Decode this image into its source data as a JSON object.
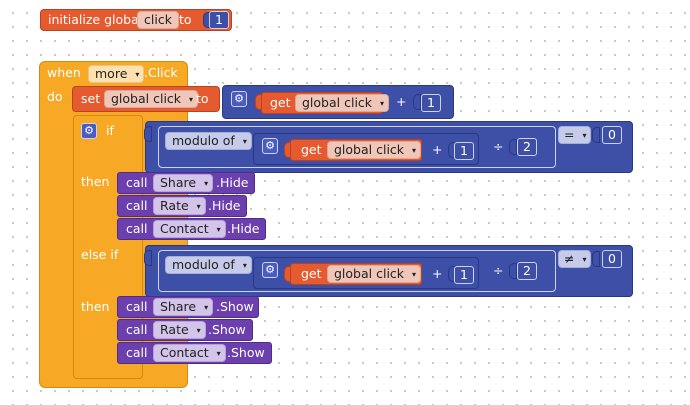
{
  "init_block": {
    "keyword": "initialize global",
    "var_name": "click",
    "to_label": "to",
    "value": "1"
  },
  "event_block": {
    "when_label": "when",
    "component": "more",
    "event": ".Click",
    "do_label": "do"
  },
  "set_block": {
    "set_label": "set",
    "var_dropdown": "global click",
    "to_label": "to",
    "get_label": "get",
    "get_var": "global click",
    "plus_op": "+",
    "add_value": "1"
  },
  "if_block": {
    "if_label": "if",
    "then_label": "then",
    "else_if_label": "else if"
  },
  "cond1": {
    "modulo_label": "modulo of",
    "get_label": "get",
    "get_var": "global click",
    "plus_op": "+",
    "add_value": "1",
    "div_op": "÷",
    "divisor": "2",
    "compare_op": "=",
    "compare_value": "0"
  },
  "cond2": {
    "modulo_label": "modulo of",
    "get_label": "get",
    "get_var": "global click",
    "plus_op": "+",
    "add_value": "1",
    "div_op": "÷",
    "divisor": "2",
    "compare_op": "≠",
    "compare_value": "0"
  },
  "then1_calls": [
    {
      "call": "call",
      "component": "Share",
      "method": ".Hide"
    },
    {
      "call": "call",
      "component": "Rate",
      "method": ".Hide"
    },
    {
      "call": "call",
      "component": "Contact",
      "method": ".Hide"
    }
  ],
  "then2_calls": [
    {
      "call": "call",
      "component": "Share",
      "method": ".Show"
    },
    {
      "call": "call",
      "component": "Rate",
      "method": ".Show"
    },
    {
      "call": "call",
      "component": "Contact",
      "method": ".Show"
    }
  ],
  "colors": {
    "variable_block": "#e55a2f",
    "math_block": "#3e4fa8",
    "component_block": "#6b3fad",
    "event_block": "#f7a825",
    "control_block": "#f7a825"
  },
  "icons": {
    "dropdown_arrow": "▾",
    "mutator": "gear-icon"
  }
}
